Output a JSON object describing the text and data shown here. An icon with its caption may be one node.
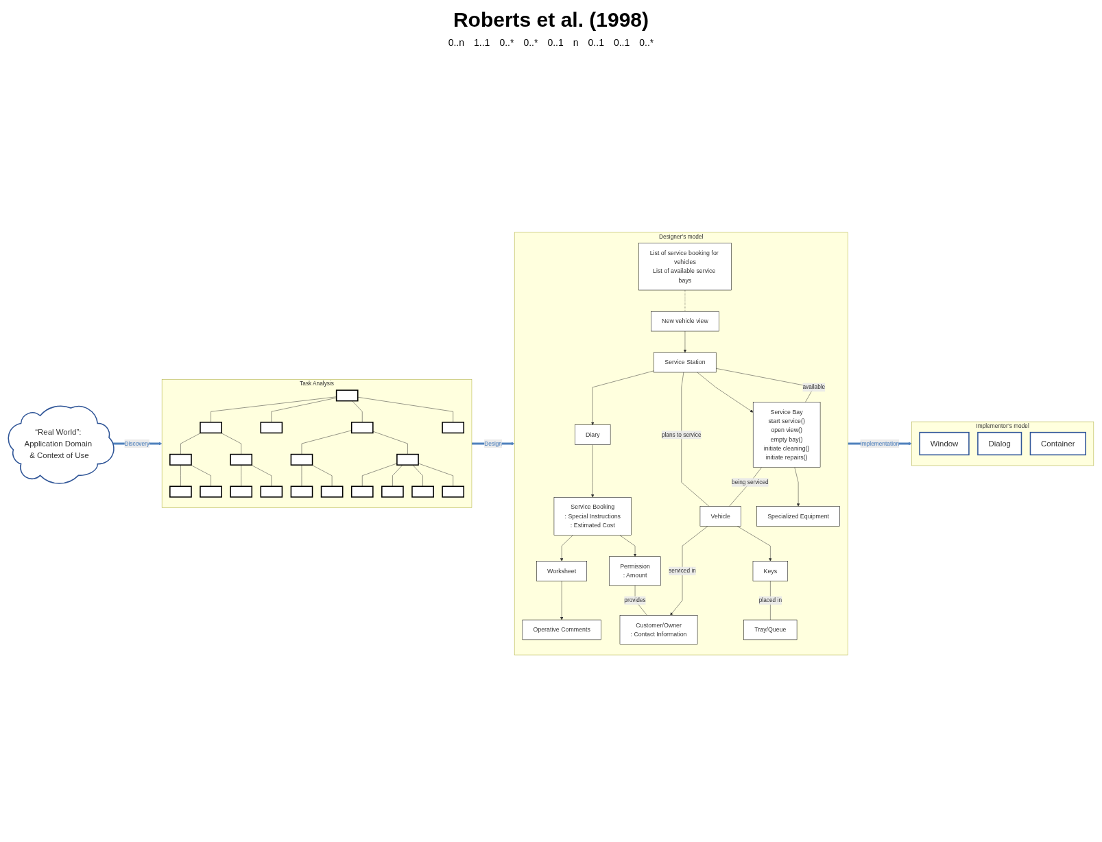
{
  "diagram": {
    "nodes": [
      {
        "text": [
          "“Real World”: Application Domain & Context of Use"
        ]
      },
      {
        "text": [
          "Task Analysis"
        ]
      },
      {
        "text": [],
        "shape": "box",
        "in": 1
      },
      {
        "text": [],
        "shape": "box",
        "in": 1
      },
      {
        "text": [],
        "shape": "box",
        "in": 1
      },
      {
        "text": [],
        "shape": "box",
        "in": 1
      },
      {
        "text": [],
        "shape": "box",
        "in": 1
      },
      {
        "text": [],
        "shape": "box",
        "in": 1
      },
      {
        "text": [],
        "shape": "box",
        "in": 1
      },
      {
        "text": [],
        "shape": "box",
        "in": 1
      },
      {
        "text": [],
        "shape": "box",
        "in": 1
      },
      {
        "text": [],
        "shape": "box",
        "in": 1
      },
      {
        "text": [],
        "shape": "box",
        "in": 1
      },
      {
        "text": [],
        "shape": "box",
        "in": 1
      },
      {
        "text": [],
        "shape": "box",
        "in": 1
      },
      {
        "text": [],
        "shape": "box",
        "in": 1
      },
      {
        "text": [],
        "shape": "box",
        "in": 1
      },
      {
        "text": [],
        "shape": "box",
        "in": 1
      },
      {
        "text": [],
        "shape": "box",
        "in": 1
      },
      {
        "text": [],
        "shape": "box",
        "in": 1
      },
      {
        "text": [],
        "shape": "box",
        "in": 1
      },
      {
        "text": [
          "Designer’s model"
        ]
      },
      {
        "text": [
          "Service Booking",
          ": Special Instructions",
          ": Estimated Cost"
        ],
        "in": 21
      },
      {
        "text": [
          "Worksheet"
        ],
        "in": 21
      },
      {
        "text": [
          "Operative Comments"
        ],
        "in": 21
      },
      {
        "text": [
          "Customer/Owner",
          ": Contact Information"
        ],
        "in": 21
      },
      {
        "text": [
          "Diary"
        ],
        "in": 21
      },
      {
        "text": [
          "Permission",
          ": Amount"
        ],
        "in": 21
      },
      {
        "text": [
          "List of service booking for vehicles",
          "List of available service bays"
        ],
        "in": 21
      },
      {
        "text": [
          "New vehicle view"
        ],
        "in": 21
      },
      {
        "text": [
          "Service Station"
        ],
        "in": 21
      },
      {
        "text": [
          "Vehicle"
        ],
        "in": 21
      },
      {
        "text": [
          "Keys"
        ],
        "in": 21
      },
      {
        "text": [
          "Service Bay",
          "start service()",
          "open view()",
          "empty bay()",
          "initiate cleaning()",
          "initiate repairs()"
        ],
        "in": 21
      },
      {
        "text": [
          "Tray/Queue"
        ],
        "in": 21
      },
      {
        "text": [
          "Specialized Equipment"
        ],
        "in": 21
      },
      {
        "text": [
          "Implementor’s model"
        ]
      },
      {
        "text": [
          "Window"
        ],
        "in": 36
      },
      {
        "text": [
          "Dialog"
        ],
        "in": 36
      },
      {
        "text": [
          "Container"
        ],
        "in": 36
      }
    ],
    "edges": [
      {
        "from": 0,
        "to": 1,
        "arrow": "to",
        "label": "Discovery",
        "style": "thick",
        "color": "#4f81bd"
      },
      {
        "from": 1,
        "to": 21,
        "arrow": "to",
        "label": "Design",
        "style": "thick",
        "color": "#4f81bd"
      },
      {
        "from": 21,
        "to": 36,
        "arrow": "to",
        "label": "Implementation",
        "style": "thick",
        "color": "#4f81bd"
      },
      {
        "from": 2,
        "to": 3,
        "arrow": "none"
      },
      {
        "from": 2,
        "to": 4,
        "arrow": "none"
      },
      {
        "from": 2,
        "to": 5,
        "arrow": "none"
      },
      {
        "from": 2,
        "to": 6,
        "arrow": "none"
      },
      {
        "from": 3,
        "to": 7,
        "arrow": "none"
      },
      {
        "from": 3,
        "to": 8,
        "arrow": "none"
      },
      {
        "from": 5,
        "to": 9,
        "arrow": "none"
      },
      {
        "from": 5,
        "to": 10,
        "arrow": "none"
      },
      {
        "from": 7,
        "to": 11,
        "arrow": "none"
      },
      {
        "from": 7,
        "to": 12,
        "arrow": "none"
      },
      {
        "from": 8,
        "to": 13,
        "arrow": "none"
      },
      {
        "from": 8,
        "to": 14,
        "arrow": "none"
      },
      {
        "from": 9,
        "to": 15,
        "arrow": "none"
      },
      {
        "from": 9,
        "to": 16,
        "arrow": "none"
      },
      {
        "from": 10,
        "to": 17,
        "arrow": "none"
      },
      {
        "from": 10,
        "to": 18,
        "arrow": "none"
      },
      {
        "from": 10,
        "to": 19,
        "arrow": "none"
      },
      {
        "from": 10,
        "to": 20,
        "arrow": "none"
      },
      {
        "from": 22,
        "to": 23,
        "arrow": "to"
      },
      {
        "from": 23,
        "to": 24,
        "arrow": "to"
      },
      {
        "from": 22,
        "to": 27,
        "arrow": "to"
      },
      {
        "from": 26,
        "to": 22,
        "arrow": "to"
      },
      {
        "from": 27,
        "to": 25,
        "arrow": "none",
        "label": "provides"
      },
      {
        "from": 31,
        "to": 25,
        "arrow": "to",
        "label": "serviced in"
      },
      {
        "from": 30,
        "to": 26,
        "arrow": "to"
      },
      {
        "from": 28,
        "to": 29,
        "arrow": "none",
        "style": "dashed"
      },
      {
        "from": 29,
        "to": 30,
        "arrow": "to"
      },
      {
        "from": 30,
        "to": 31,
        "arrow": "none",
        "label": "plans to service"
      },
      {
        "from": 30,
        "to": 33,
        "arrow": "to"
      },
      {
        "from": 30,
        "to": 33,
        "arrow": "none",
        "label": "available"
      },
      {
        "from": 33,
        "to": 31,
        "arrow": "none",
        "label": "being serviced"
      },
      {
        "from": 31,
        "to": 32,
        "arrow": "to"
      },
      {
        "from": 32,
        "to": 34,
        "arrow": "none",
        "label": "placed in"
      },
      {
        "from": 33,
        "to": 35,
        "arrow": "to"
      }
    ],
    "labels": [
      "Roberts et al. (1998)",
      "0..n",
      "1..1",
      "0..*",
      "0..*",
      "0..1",
      "n",
      "0..1",
      "0..1",
      "0..*"
    ]
  }
}
